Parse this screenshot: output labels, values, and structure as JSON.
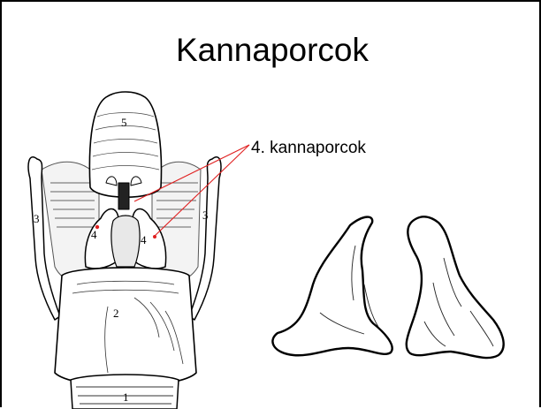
{
  "slide": {
    "title": "Kannaporcok",
    "callout_label": "4. kannaporcok"
  },
  "figure_labels": {
    "epiglottis": "5",
    "left_horn": "3",
    "right_horn": "3",
    "left_cartilage": "4",
    "right_cartilage": "4",
    "thyroid": "2",
    "cricoid": "1"
  },
  "colors": {
    "callout_line": "#e02020",
    "ink": "#000000"
  }
}
